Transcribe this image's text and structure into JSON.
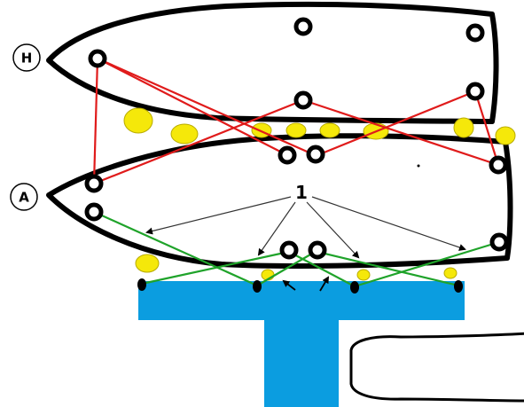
{
  "labels": {
    "boat_h": "H",
    "boat_a": "A",
    "line_marker": "1"
  },
  "colors": {
    "hull_fill": "#ffffff",
    "hull_outline": "#000000",
    "fender": "#f5e80a",
    "mooring_line_h": "#e01b1b",
    "mooring_line_a": "#1fa32a",
    "pontoon": "#0b9de0",
    "arrow": "#333333"
  },
  "icons": {
    "cleat": "ring-cleat-icon",
    "fender": "fender-icon",
    "bollard": "pontoon-bollard-icon"
  }
}
